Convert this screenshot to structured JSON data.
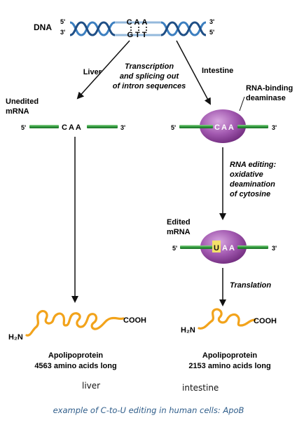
{
  "dna": {
    "label": "DNA",
    "five": "5'",
    "three": "3'",
    "top_seq": "CAA",
    "bottom_seq": "GTT"
  },
  "branches": {
    "liver": "Liver",
    "intestine": "Intestine",
    "center_lines": [
      "Transcription",
      "and splicing out",
      "of intron sequences"
    ]
  },
  "unedited": {
    "label_lines": [
      "Unedited",
      "mRNA"
    ],
    "five": "5'",
    "seq": "CAA",
    "three": "3'"
  },
  "deaminase": {
    "label_lines": [
      "RNA-binding",
      "deaminase"
    ],
    "five": "5'",
    "seq": "CAA",
    "three": "3'"
  },
  "editing_step": [
    "RNA editing:",
    "oxidative",
    "deamination",
    "of cytosine"
  ],
  "edited": {
    "label_lines": [
      "Edited",
      "mRNA"
    ],
    "five": "5'",
    "edited_base": "U",
    "rest_seq": "AA",
    "three": "3'"
  },
  "translation": "Translation",
  "protein_left": {
    "nterm": "H₂N",
    "cterm": "COOH",
    "name": "Apolipoprotein",
    "length": "4563 amino acids long"
  },
  "protein_right": {
    "nterm": "H₂N",
    "cterm": "COOH",
    "name": "Apolipoprotein",
    "length": "2153 amino acids long"
  },
  "under_labels": {
    "left": "liver",
    "right": "intestine"
  },
  "caption": "example of C-to-U editing in human cells: ApoB",
  "colors": {
    "mrna": "#2e9a3c",
    "enzyme": "#8b3f99",
    "protein": "#f2a31b",
    "dna_blue": "#3c7fc0",
    "highlight": "#f3e06a",
    "caption": "#2f5d8a"
  }
}
